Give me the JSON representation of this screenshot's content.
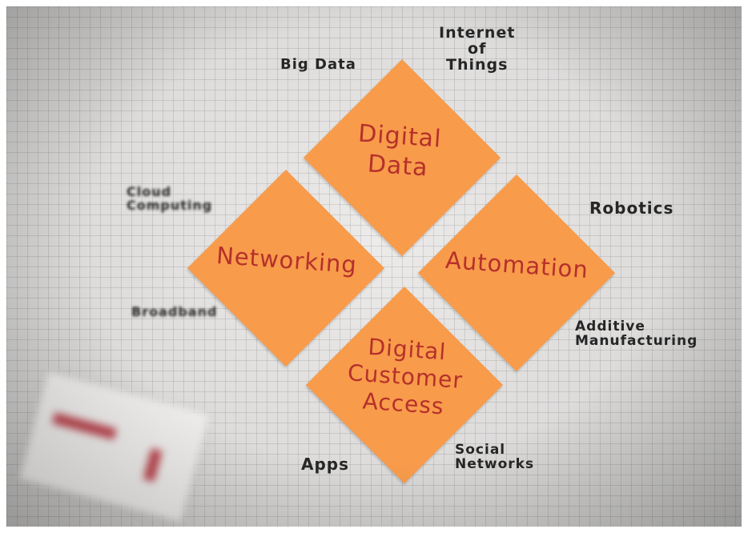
{
  "image": {
    "kind": "photo",
    "background": "graph paper",
    "note_color": "#f89b4b",
    "note_text_color": "#b5302b",
    "marker_color": "#262626"
  },
  "notes": {
    "digital_data": [
      "Digital",
      "Data"
    ],
    "networking": [
      "Networking"
    ],
    "automation": [
      "Automation"
    ],
    "customer_access": [
      "Digital",
      "Customer",
      "Access"
    ]
  },
  "labels": {
    "big_data": "Big Data",
    "iot": [
      "Internet",
      "of",
      "Things"
    ],
    "cloud": [
      "Cloud",
      "Computing"
    ],
    "robotics": "Robotics",
    "broadband": "Broadband",
    "additive": [
      "Additive",
      "Manufacturing"
    ],
    "apps": "Apps",
    "social": [
      "Social",
      "Networks"
    ]
  }
}
